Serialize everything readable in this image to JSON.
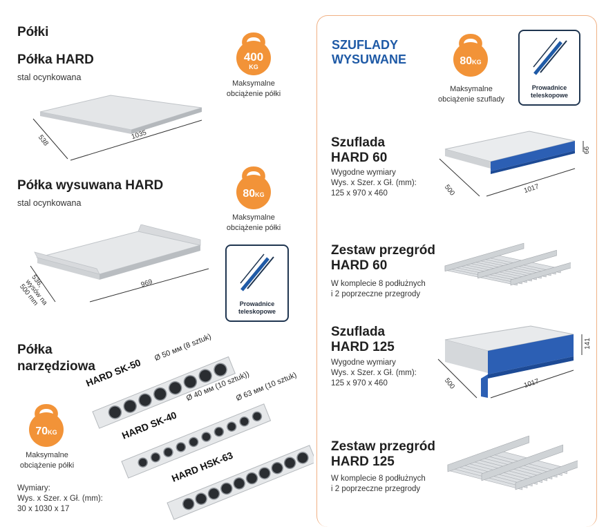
{
  "colors": {
    "orange": "#f29338",
    "blue": "#1f5aa6",
    "panel_border": "#f0b083",
    "dark_navy": "#1f3550"
  },
  "left": {
    "section_title": "Półki",
    "hard": {
      "title": "Półka HARD",
      "material": "stal ocynkowana",
      "depth": "538",
      "width": "1035",
      "badge": {
        "value": "400",
        "unit": "KG",
        "caption_1": "Maksymalne",
        "caption_2": "obciążenie półki"
      }
    },
    "sliding": {
      "title": "Półka wysuwana HARD",
      "material": "stal ocynkowana",
      "depth_1": "536,",
      "depth_2": "wysów na",
      "depth_3": "500 mm",
      "width": "969",
      "badge": {
        "value": "80",
        "unit": "KG",
        "caption_1": "Maksymalne",
        "caption_2": "obciążenie półki"
      },
      "guide_label_1": "Prowadnice",
      "guide_label_2": "teleskopowe"
    },
    "tool": {
      "title_1": "Półka",
      "title_2": "narzędziowa",
      "badge": {
        "value": "70",
        "unit": "KG",
        "caption_1": "Maksymalne",
        "caption_2": "obciążenie półki"
      },
      "dims_label": "Wymiary:",
      "dims_axes": "Wys. x Szer. x Gł. (mm):",
      "dims_value": "30 x 1030 x 17",
      "bars": [
        {
          "name": "HARD SK-50",
          "holes": "Ø 50 мм (8 sztuk)",
          "count": 8
        },
        {
          "name": "HARD SK-40",
          "holes": "Ø 40 мм (10 sztuk))",
          "count": 10
        },
        {
          "name": "HARD HSK-63",
          "holes": "Ø 63 мм (10 sztuk)",
          "count": 10
        }
      ]
    }
  },
  "right": {
    "panel_title_1": "SZUFLADY",
    "panel_title_2": "WYSUWANE",
    "badge": {
      "value": "80",
      "unit": "KG",
      "caption_1": "Maksymalne",
      "caption_2": "obciążenie szuflady"
    },
    "guide_label_1": "Prowadnice",
    "guide_label_2": "teleskopowe",
    "drawer60": {
      "title_1": "Szuflada",
      "title_2": "HARD 60",
      "line_1": "Wygodne wymiary",
      "line_2": "Wys. x Szer. x Gł. (mm):",
      "line_3": "125 x 970 x 460",
      "height": "66",
      "depth": "500",
      "width": "1017"
    },
    "div60": {
      "title_1": "Zestaw przegród",
      "title_2": "HARD 60",
      "line_1": "W komplecie 8 podłużnych",
      "line_2": "i 2 poprzeczne przegrody"
    },
    "drawer125": {
      "title_1": "Szuflada",
      "title_2": "HARD 125",
      "line_1": "Wygodne wymiary",
      "line_2": "Wys. x Szer. x Gł. (mm):",
      "line_3": "125 x 970 x 460",
      "height": "141",
      "depth": "500",
      "width": "1017"
    },
    "div125": {
      "title_1": "Zestaw przegród",
      "title_2": "HARD 125",
      "line_1": "W komplecie 8 podłużnych",
      "line_2": "i 2 poprzeczne przegrody"
    }
  }
}
